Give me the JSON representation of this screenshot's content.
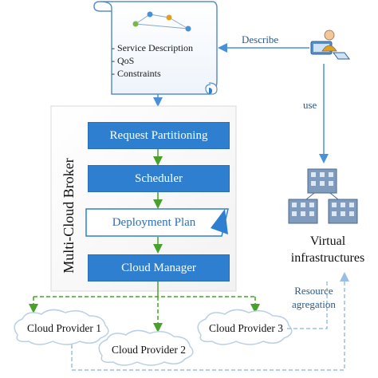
{
  "request": {
    "items": [
      "- Service Description",
      "- QoS",
      "- Constraints"
    ]
  },
  "broker": {
    "title": "Multi-Cloud Broker",
    "steps": [
      "Request Partitioning",
      "Scheduler",
      "Deployment Plan",
      "Cloud Manager"
    ]
  },
  "labels": {
    "describe": "Describe",
    "use": "use",
    "resource_line1": "Resource",
    "resource_line2": "agregation"
  },
  "virtual": {
    "line1": "Virtual",
    "line2": "infrastructures"
  },
  "providers": [
    "Cloud Provider 1",
    "Cloud Provider 2",
    "Cloud Provider 3"
  ],
  "colors": {
    "box_blue": "#2f7fd0",
    "line_blue": "#4a90d9",
    "arrow_green": "#4aa02c",
    "dashed_blue": "#8fb4dc"
  }
}
